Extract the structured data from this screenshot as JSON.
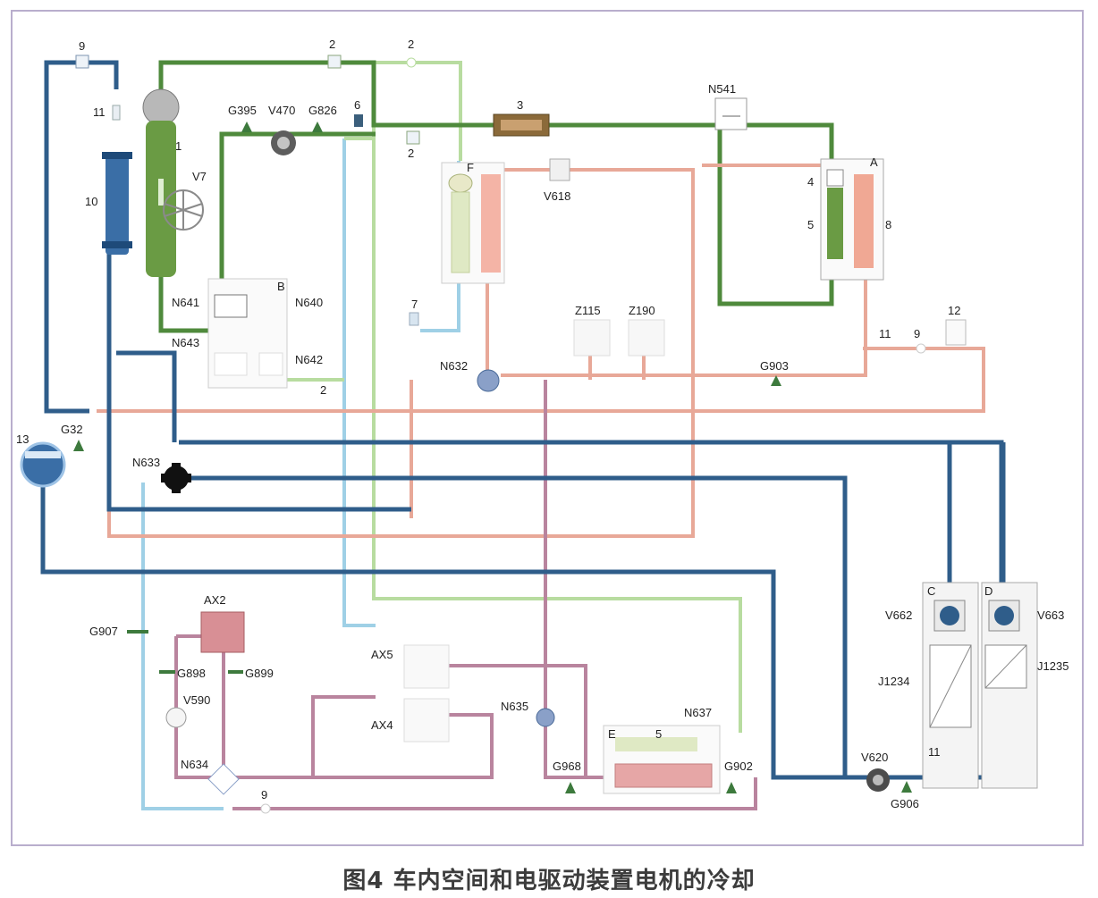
{
  "caption": "图4 车内空间和电驱动装置电机的冷却",
  "colors": {
    "frame": "#b9aecd",
    "green_circuit": "#4f8a3c",
    "light_green_circuit": "#b8dca0",
    "blue_circuit": "#2f5d8a",
    "light_blue_circuit": "#9fd0e6",
    "pink_circuit": "#e8a898",
    "purple_circuit": "#b9849e",
    "radiator_green": "#6a9b44",
    "cooler_blue": "#3a6ea6",
    "heater_pink": "#f0a894"
  },
  "labels": {
    "n9a": "9",
    "n11a": "11",
    "n1": "1",
    "n10": "10",
    "nV7": "V7",
    "n2a": "2",
    "n2b": "2",
    "n2c": "2",
    "n2d": "2",
    "nG395": "G395",
    "nV470": "V470",
    "nG826": "G826",
    "n6": "6",
    "n3": "3",
    "nN541": "N541",
    "nA": "A",
    "n4": "4",
    "n5a": "5",
    "n8": "8",
    "nF": "F",
    "nV618": "V618",
    "nB": "B",
    "nN641": "N641",
    "nN640": "N640",
    "nN643": "N643",
    "nN642": "N642",
    "n7": "7",
    "nZ115": "Z115",
    "nZ190": "Z190",
    "n12": "12",
    "n11b": "11",
    "n9b": "9",
    "nN632": "N632",
    "nG903": "G903",
    "n13": "13",
    "nG32": "G32",
    "nN633": "N633",
    "nAX2": "AX2",
    "nG907": "G907",
    "nG898": "G898",
    "nG899": "G899",
    "nV590": "V590",
    "nN634": "N634",
    "n9c": "9",
    "nAX5": "AX5",
    "nAX4": "AX4",
    "nN635": "N635",
    "nG968": "G968",
    "nE": "E",
    "n5b": "5",
    "nN637": "N637",
    "nG902": "G902",
    "nV620": "V620",
    "nG906": "G906",
    "nC": "C",
    "nD": "D",
    "nV662": "V662",
    "nV663": "V663",
    "nJ1234": "J1234",
    "nJ1235": "J1235",
    "n11c": "11"
  }
}
